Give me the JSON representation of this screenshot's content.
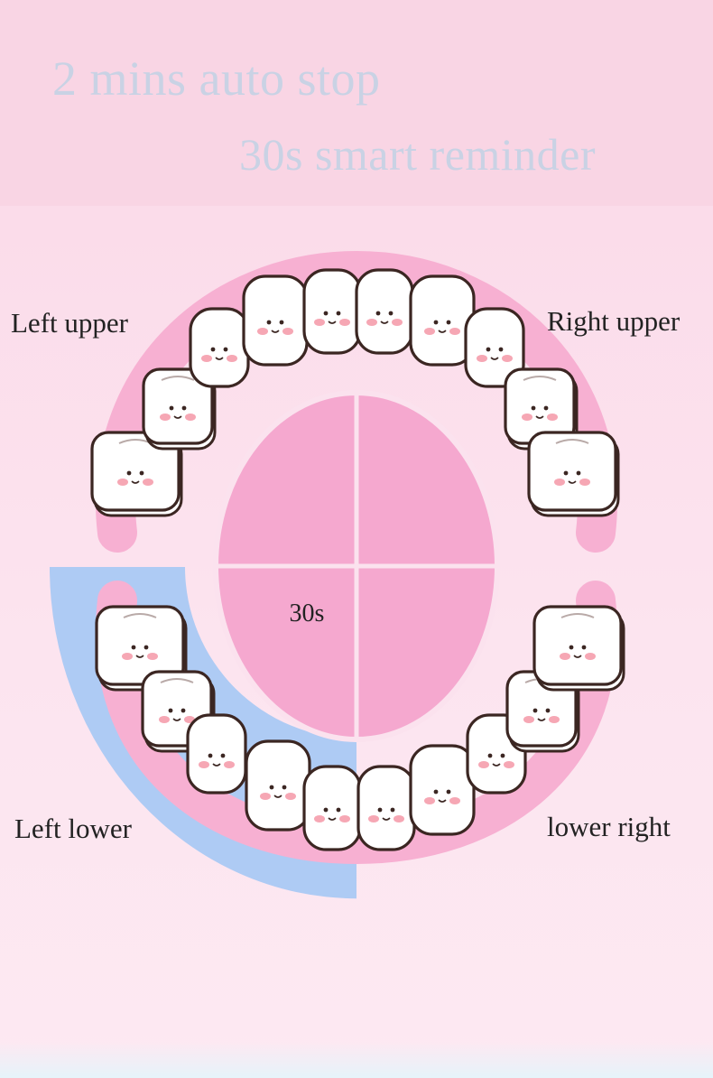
{
  "headline": {
    "line1": "2 mins auto stop",
    "line2": "30s smart reminder"
  },
  "quadrants": {
    "left_upper": "Left upper",
    "right_upper": "Right upper",
    "left_lower": "Left lower",
    "lower_right": "lower right"
  },
  "timer": {
    "active_quadrant": "left_lower",
    "label": "30s"
  },
  "colors": {
    "pink_fill": "#f5a8cf",
    "arch_pink": "#f7b0d2",
    "highlight_blue": "#aecbf4",
    "headline_text": "#c9d2e4",
    "tooth_outline": "#3b2622"
  }
}
